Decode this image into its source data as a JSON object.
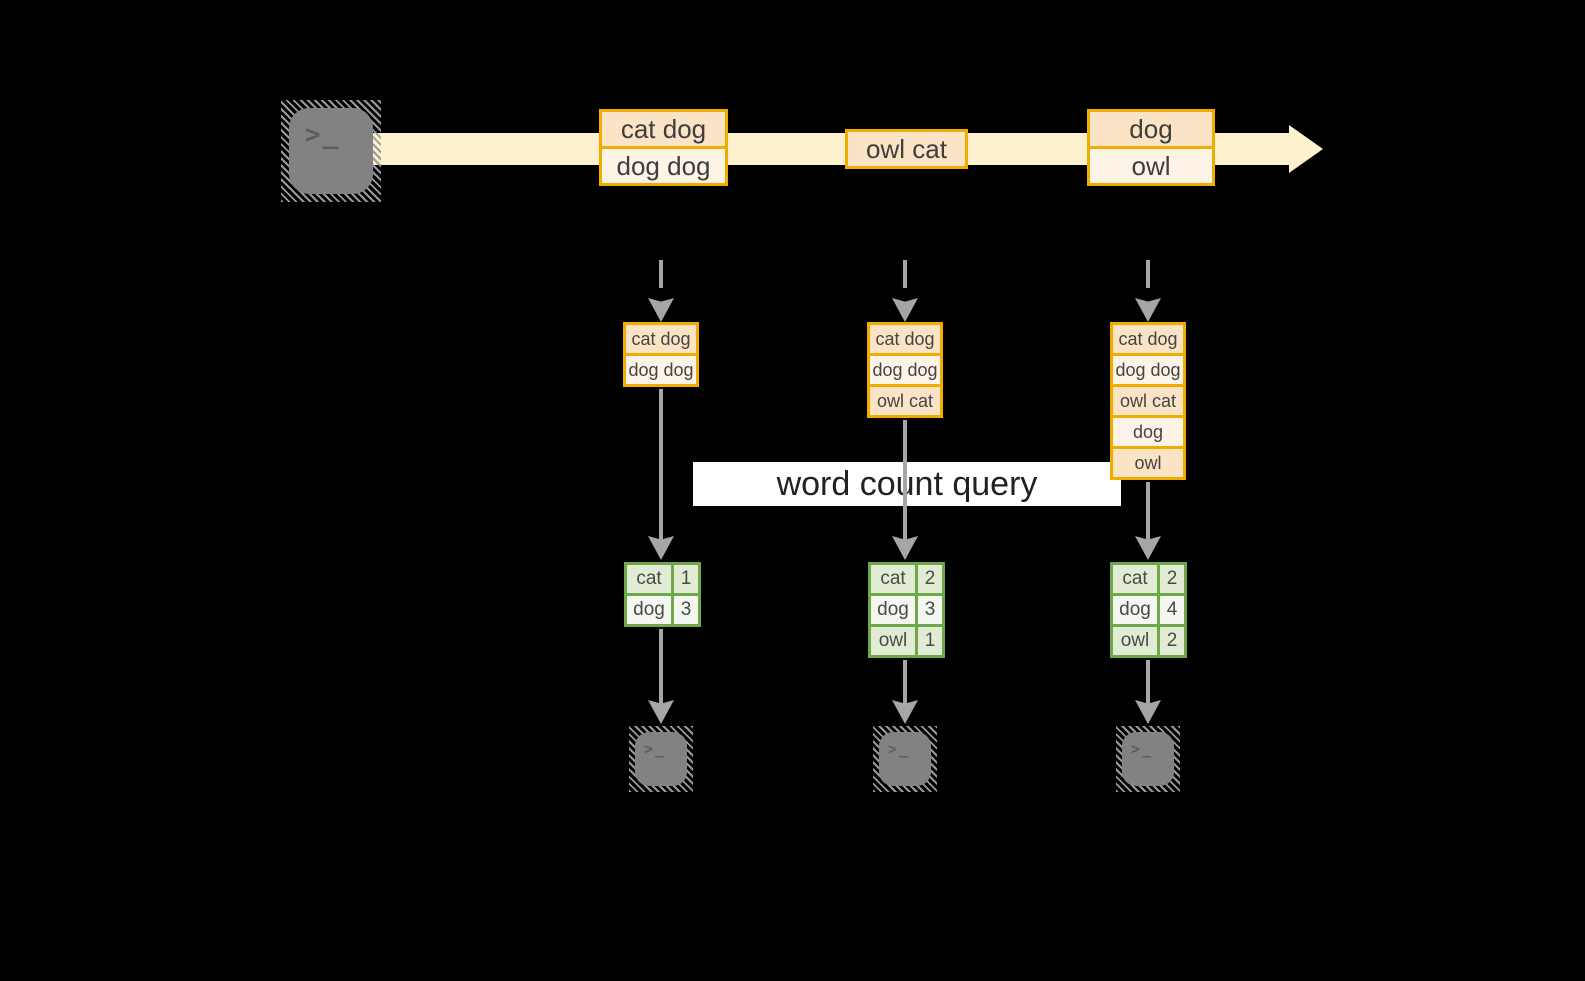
{
  "label": {
    "text": "word count query"
  },
  "icons": {
    "terminal_glyph": ">_"
  },
  "colors": {
    "band": "#fdf2cd",
    "orange": "#f0ad00",
    "peach": "#fbe3c5",
    "cream": "#fdf3e7",
    "green": "#6fa84a",
    "green_light": "#e2ecd5",
    "green_lighter": "#f3f7ef",
    "gray": "#a6a6a6",
    "label_bg": "#ffffff"
  },
  "stream": {
    "batches": [
      {
        "lines": [
          "cat dog",
          "dog dog"
        ]
      },
      {
        "lines": [
          "owl cat"
        ]
      },
      {
        "lines": [
          "dog",
          "owl"
        ]
      }
    ]
  },
  "columns": [
    {
      "accumulated": [
        "cat dog",
        "dog dog"
      ],
      "counts": [
        {
          "word": "cat",
          "count": "1"
        },
        {
          "word": "dog",
          "count": "3"
        }
      ]
    },
    {
      "accumulated": [
        "cat dog",
        "dog dog",
        "owl cat"
      ],
      "counts": [
        {
          "word": "cat",
          "count": "2"
        },
        {
          "word": "dog",
          "count": "3"
        },
        {
          "word": "owl",
          "count": "1"
        }
      ]
    },
    {
      "accumulated": [
        "cat dog",
        "dog dog",
        "owl cat",
        "dog",
        "owl"
      ],
      "counts": [
        {
          "word": "cat",
          "count": "2"
        },
        {
          "word": "dog",
          "count": "4"
        },
        {
          "word": "owl",
          "count": "2"
        }
      ]
    }
  ]
}
